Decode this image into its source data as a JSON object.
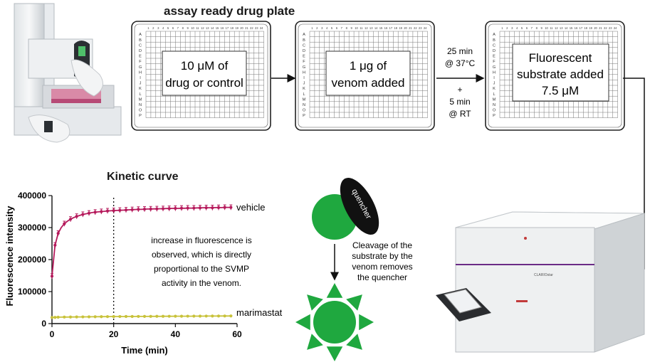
{
  "plate_section": {
    "title": "assay ready drug plate",
    "row_letters": [
      "A",
      "B",
      "C",
      "D",
      "E",
      "F",
      "G",
      "H",
      "I",
      "J",
      "K",
      "L",
      "M",
      "N",
      "O",
      "P"
    ],
    "col_numbers": [
      "1",
      "2",
      "3",
      "4",
      "5",
      "6",
      "7",
      "8",
      "9",
      "10",
      "11",
      "12",
      "13",
      "14",
      "15",
      "16",
      "17",
      "18",
      "19",
      "20",
      "21",
      "22",
      "23",
      "24"
    ]
  },
  "steps": [
    {
      "line1": "10 μM of",
      "line2": "drug or  control"
    },
    {
      "line1": "1 μg of",
      "line2": "venom added"
    },
    {
      "line1": "Fluorescent",
      "line2": "substrate added",
      "line3": "7.5 μM"
    }
  ],
  "incubation": {
    "line1": "25 min",
    "line2": "@ 37°C",
    "plus": "+",
    "line3": "5 min",
    "line4": "@ RT"
  },
  "mechanism": {
    "quencher_label": "quencher",
    "caption": [
      "Cleavage of the",
      "substrate by the",
      "venom removes",
      "the quencher"
    ],
    "green": "#1fa83f",
    "black": "#111111"
  },
  "reader": {
    "brand": "CLARIOstar"
  },
  "chart_data": {
    "type": "line",
    "title": "Kinetic curve",
    "xlabel": "Time (min)",
    "ylabel": "Fluorescence intensity",
    "xlim": [
      0,
      60
    ],
    "ylim": [
      0,
      400000
    ],
    "xticks": [
      0,
      20,
      40,
      60
    ],
    "yticks": [
      0,
      100000,
      200000,
      300000,
      400000
    ],
    "xtick_labels": [
      "0",
      "20",
      "40",
      "60"
    ],
    "ytick_labels": [
      "0",
      "100000",
      "200000",
      "300000",
      "400000"
    ],
    "vline_x": 20,
    "annotation": [
      "increase in fluorescence is",
      "observed, which is directly",
      "proportional to the SVMP",
      "activity in the venom."
    ],
    "series": [
      {
        "name": "vehicle",
        "color": "#b5195b",
        "x": [
          0,
          1,
          2,
          3,
          4,
          5,
          6,
          7,
          8,
          9,
          10,
          11,
          12,
          13,
          14,
          15,
          16,
          17,
          18,
          19,
          20,
          21,
          22,
          23,
          24,
          25,
          26,
          27,
          28,
          29,
          30,
          31,
          32,
          33,
          34,
          35,
          36,
          37,
          38,
          39,
          40,
          41,
          42,
          43,
          44,
          45,
          46,
          47,
          48,
          49,
          50,
          51,
          52,
          53,
          54,
          55,
          56,
          57,
          58
        ],
        "y": [
          148000,
          245000,
          282000,
          300000,
          312000,
          320000,
          326000,
          331000,
          335000,
          338000,
          341000,
          343000,
          345000,
          347000,
          348000,
          349000,
          350000,
          351000,
          352000,
          352500,
          353000,
          353500,
          354000,
          354500,
          355000,
          355500,
          356000,
          356500,
          357000,
          357000,
          357500,
          358000,
          358000,
          358500,
          358500,
          359000,
          359000,
          359500,
          359500,
          360000,
          360000,
          360000,
          360500,
          360500,
          361000,
          361000,
          361000,
          361500,
          361500,
          362000,
          362000,
          362000,
          362000,
          362500,
          362500,
          362500,
          363000,
          363000,
          363000
        ],
        "err": 8000
      },
      {
        "name": "marimastat",
        "color": "#c8c23a",
        "x": [
          0,
          1,
          2,
          3,
          4,
          5,
          6,
          7,
          8,
          9,
          10,
          11,
          12,
          13,
          14,
          15,
          16,
          17,
          18,
          19,
          20,
          21,
          22,
          23,
          24,
          25,
          26,
          27,
          28,
          29,
          30,
          31,
          32,
          33,
          34,
          35,
          36,
          37,
          38,
          39,
          40,
          41,
          42,
          43,
          44,
          45,
          46,
          47,
          48,
          49,
          50,
          51,
          52,
          53,
          54,
          55,
          56,
          57,
          58
        ],
        "y": [
          19000,
          19500,
          20000,
          20200,
          20400,
          20500,
          20600,
          20700,
          20800,
          20900,
          21000,
          21100,
          21200,
          21300,
          21400,
          21500,
          21600,
          21700,
          21800,
          21900,
          22000,
          22000,
          22100,
          22100,
          22200,
          22200,
          22300,
          22300,
          22400,
          22400,
          22500,
          22500,
          22600,
          22600,
          22700,
          22700,
          22800,
          22800,
          22900,
          22900,
          23000,
          23000,
          23100,
          23100,
          23200,
          23200,
          23300,
          23300,
          23400,
          23400,
          23500,
          23500,
          23600,
          23600,
          23700,
          23700,
          23800,
          23800,
          23900
        ],
        "err": 1500
      }
    ]
  }
}
